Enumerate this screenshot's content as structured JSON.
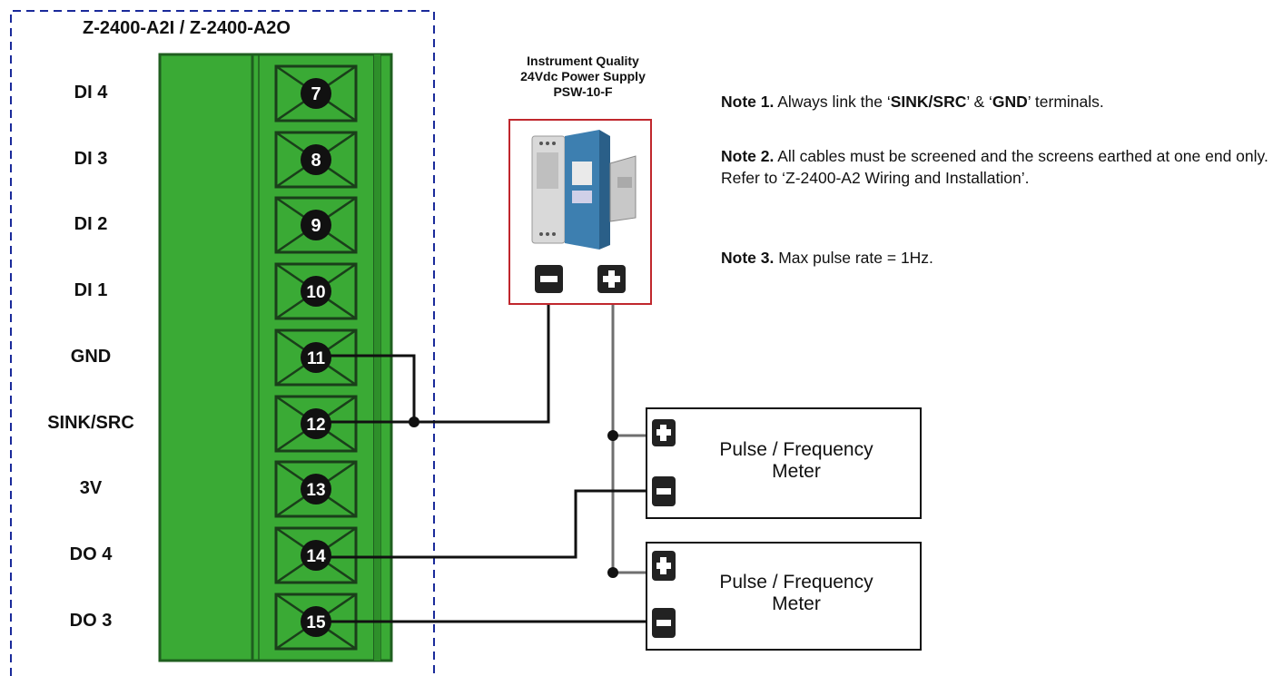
{
  "module": {
    "title": "Z-2400-A2I / Z-2400-A2O",
    "rows": [
      {
        "label": "DI 4",
        "terminal": "7"
      },
      {
        "label": "DI 3",
        "terminal": "8"
      },
      {
        "label": "DI 2",
        "terminal": "9"
      },
      {
        "label": "DI 1",
        "terminal": "10"
      },
      {
        "label": "GND",
        "terminal": "11"
      },
      {
        "label": "SINK/SRC",
        "terminal": "12"
      },
      {
        "label": "3V",
        "terminal": "13"
      },
      {
        "label": "DO 4",
        "terminal": "14"
      },
      {
        "label": "DO 3",
        "terminal": "15"
      }
    ]
  },
  "power_supply": {
    "line1": "Instrument Quality",
    "line2": "24Vdc Power Supply",
    "line3": "PSW-10-F",
    "neg_symbol": "minus",
    "pos_symbol": "plus"
  },
  "notes": [
    {
      "bold": "Note 1.",
      "text": "  Always link the ‘",
      "b2": "SINK/SRC",
      "t2": "’ & ‘",
      "b3": "GND",
      "t3": "’ terminals."
    },
    {
      "bold": "Note 2.",
      "text": " All cables must be screened and the screens earthed at one end only. Refer to ‘Z-2400-A2 Wiring and Installation’."
    },
    {
      "bold": "Note 3.",
      "text": " Max pulse rate = 1Hz."
    }
  ],
  "meters": [
    {
      "line1": "Pulse / Frequency",
      "line2": "Meter"
    },
    {
      "line1": "Pulse / Frequency",
      "line2": "Meter"
    }
  ],
  "colors": {
    "module_green": "#3aaa35",
    "module_dark": "#1f6b1f",
    "dashed_border": "#1a2a9a",
    "psu_border": "#c0272d",
    "wire": "#111111",
    "wire_grey": "#6f6f6f"
  }
}
